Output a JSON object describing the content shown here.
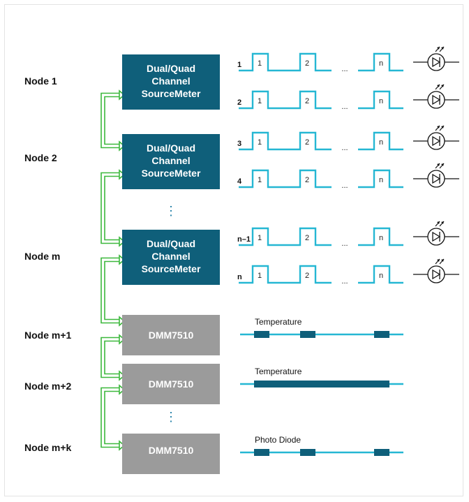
{
  "colors": {
    "smu_box": "#0f5f7a",
    "dmm_box": "#9b9b9b",
    "link": "#3cb83c",
    "wave": "#25b7d3",
    "block": "#0f5f7a",
    "led": "#111111"
  },
  "nodes": [
    {
      "label": "Node 1"
    },
    {
      "label": "Node 2"
    },
    {
      "label": "Node m"
    },
    {
      "label": "Node m+1"
    },
    {
      "label": "Node m+2"
    },
    {
      "label": "Node m+k"
    }
  ],
  "smu_boxes": [
    {
      "lines": [
        "Dual/Quad",
        "Channel",
        "SourceMeter"
      ]
    },
    {
      "lines": [
        "Dual/Quad",
        "Channel",
        "SourceMeter"
      ]
    },
    {
      "lines": [
        "Dual/Quad",
        "Channel",
        "SourceMeter"
      ]
    }
  ],
  "dmm_boxes": [
    {
      "label": "DMM7510"
    },
    {
      "label": "DMM7510"
    },
    {
      "label": "DMM7510"
    }
  ],
  "channels": [
    {
      "label": "1"
    },
    {
      "label": "2"
    },
    {
      "label": "3"
    },
    {
      "label": "4"
    },
    {
      "label": "n–1"
    },
    {
      "label": "n"
    }
  ],
  "pulse_labels": [
    "1",
    "2",
    "n"
  ],
  "ellipsis": "...",
  "vertical_ellipsis": "⋮",
  "measurements": [
    {
      "label": "Temperature"
    },
    {
      "label": "Temperature"
    },
    {
      "label": "Photo Diode"
    }
  ],
  "icons": {
    "led": "led-icon",
    "link_arrow": "double-arrow-icon"
  }
}
